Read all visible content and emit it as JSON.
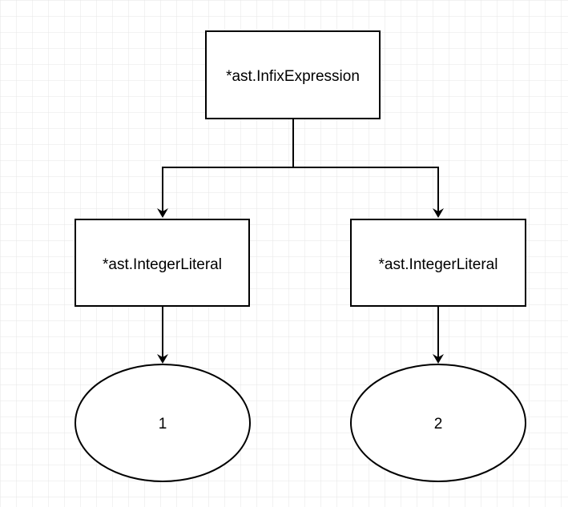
{
  "diagram": {
    "nodes": {
      "root": {
        "label": "*ast.InfixExpression",
        "shape": "rectangle"
      },
      "left_literal": {
        "label": "*ast.IntegerLiteral",
        "shape": "rectangle"
      },
      "right_literal": {
        "label": "*ast.IntegerLiteral",
        "shape": "rectangle"
      },
      "left_value": {
        "label": "1",
        "shape": "ellipse"
      },
      "right_value": {
        "label": "2",
        "shape": "ellipse"
      }
    },
    "edges": [
      {
        "from": "root",
        "to": "left_literal"
      },
      {
        "from": "root",
        "to": "right_literal"
      },
      {
        "from": "left_literal",
        "to": "left_value"
      },
      {
        "from": "right_literal",
        "to": "right_value"
      }
    ],
    "colors": {
      "grid": "#e6e6e6",
      "stroke": "#000000",
      "fill": "#ffffff"
    }
  }
}
